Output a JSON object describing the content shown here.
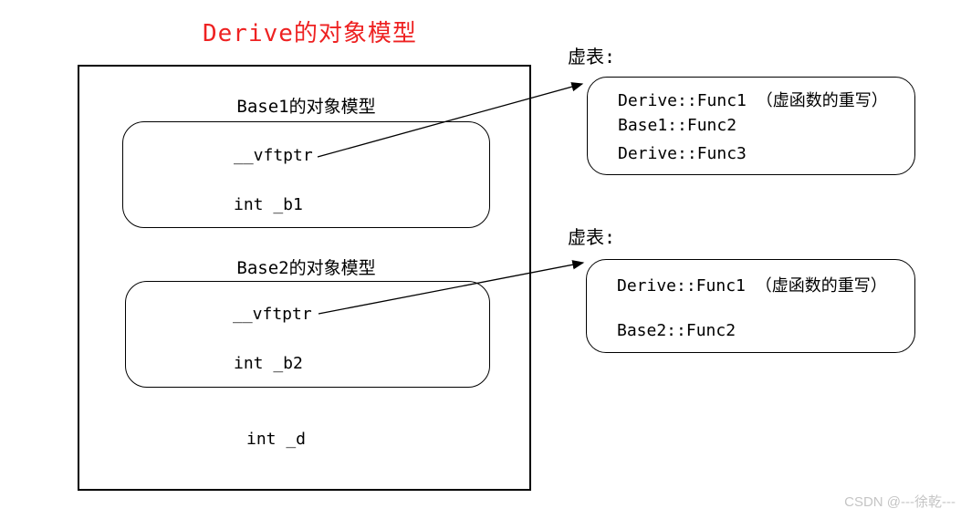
{
  "title": "Derive的对象模型",
  "derive_model": {
    "base1": {
      "label": "Base1的对象模型",
      "vfptr_field": "__vftptr",
      "member_field": "int _b1"
    },
    "base2": {
      "label": "Base2的对象模型",
      "vfptr_field": "__vftptr",
      "member_field": "int _b2"
    },
    "own_member_field": "int _d"
  },
  "vtables": [
    {
      "label": "虚表:",
      "entries": [
        "Derive::Func1 （虚函数的重写）",
        "Base1::Func2",
        "Derive::Func3"
      ]
    },
    {
      "label": "虚表:",
      "entries": [
        "Derive::Func1 （虚函数的重写）",
        "Base2::Func2"
      ]
    }
  ],
  "watermark": "CSDN @---徐乾---",
  "colors": {
    "title_red": "#ee2222",
    "line_black": "#000000",
    "watermark_gray": "#c5c5c5"
  }
}
